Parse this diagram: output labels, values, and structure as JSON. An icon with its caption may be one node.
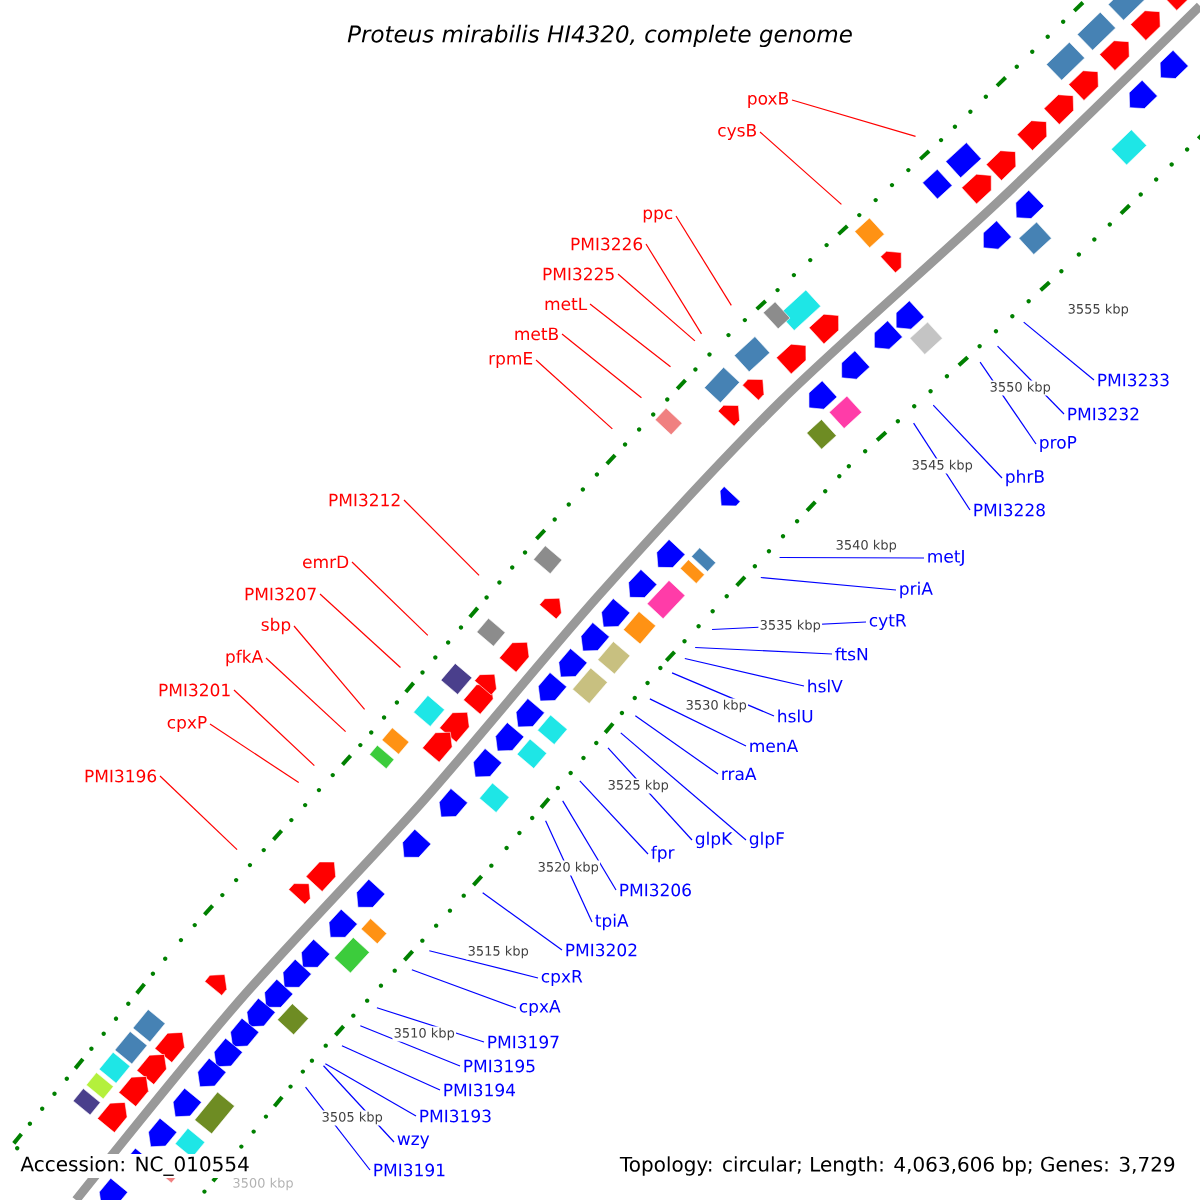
{
  "diagram": {
    "title": "Proteus mirabilis HI4320, complete genome",
    "nodes": [
      {
        "text": [
          "poxB"
        ]
      },
      {
        "text": [
          "cysB"
        ]
      },
      {
        "text": [
          "ppc"
        ]
      },
      {
        "text": [
          "PMI3226"
        ]
      },
      {
        "text": [
          "PMI3225"
        ]
      },
      {
        "text": [
          "metL"
        ]
      },
      {
        "text": [
          "metB"
        ]
      },
      {
        "text": [
          "rpmE"
        ]
      },
      {
        "text": [
          "PMI3212"
        ]
      },
      {
        "text": [
          "emrD"
        ]
      },
      {
        "text": [
          "PMI3207"
        ]
      },
      {
        "text": [
          "sbp"
        ]
      },
      {
        "text": [
          "pfkA"
        ]
      },
      {
        "text": [
          "PMI3201"
        ]
      },
      {
        "text": [
          "cpxP"
        ]
      },
      {
        "text": [
          "PMI3196"
        ]
      },
      {
        "text": [
          "PMI3233"
        ]
      },
      {
        "text": [
          "PMI3232"
        ]
      },
      {
        "text": [
          "proP"
        ]
      },
      {
        "text": [
          "phrB"
        ]
      },
      {
        "text": [
          "PMI3228"
        ]
      },
      {
        "text": [
          "metJ"
        ]
      },
      {
        "text": [
          "priA"
        ]
      },
      {
        "text": [
          "cytR"
        ]
      },
      {
        "text": [
          "ftsN"
        ]
      },
      {
        "text": [
          "hslV"
        ]
      },
      {
        "text": [
          "hslU"
        ]
      },
      {
        "text": [
          "menA"
        ]
      },
      {
        "text": [
          "rraA"
        ]
      },
      {
        "text": [
          "glpF"
        ]
      },
      {
        "text": [
          "glpK"
        ]
      },
      {
        "text": [
          "fpr"
        ]
      },
      {
        "text": [
          "PMI3206"
        ]
      },
      {
        "text": [
          "tpiA"
        ]
      },
      {
        "text": [
          "PMI3202"
        ]
      },
      {
        "text": [
          "cpxR"
        ]
      },
      {
        "text": [
          "cpxA"
        ]
      },
      {
        "text": [
          "PMI3197"
        ]
      },
      {
        "text": [
          "PMI3195"
        ]
      },
      {
        "text": [
          "PMI3194"
        ]
      },
      {
        "text": [
          "PMI3193"
        ]
      },
      {
        "text": [
          "wzy"
        ]
      },
      {
        "text": [
          "PMI3191"
        ]
      }
    ],
    "edges": [
      {
        "from": 0,
        "to": null,
        "arrow": "none",
        "color": "#ff0000"
      },
      {
        "from": 1,
        "to": null,
        "arrow": "none",
        "color": "#ff0000"
      },
      {
        "from": 2,
        "to": null,
        "arrow": "none",
        "color": "#ff0000"
      },
      {
        "from": 3,
        "to": null,
        "arrow": "none",
        "color": "#ff0000"
      },
      {
        "from": 4,
        "to": null,
        "arrow": "none",
        "color": "#ff0000"
      },
      {
        "from": 5,
        "to": null,
        "arrow": "none",
        "color": "#ff0000"
      },
      {
        "from": 6,
        "to": null,
        "arrow": "none",
        "color": "#ff0000"
      },
      {
        "from": 7,
        "to": null,
        "arrow": "none",
        "color": "#ff0000"
      },
      {
        "from": 8,
        "to": null,
        "arrow": "none",
        "color": "#ff0000"
      },
      {
        "from": 9,
        "to": null,
        "arrow": "none",
        "color": "#ff0000"
      },
      {
        "from": 10,
        "to": null,
        "arrow": "none",
        "color": "#ff0000"
      },
      {
        "from": 11,
        "to": null,
        "arrow": "none",
        "color": "#ff0000"
      },
      {
        "from": 12,
        "to": null,
        "arrow": "none",
        "color": "#ff0000"
      },
      {
        "from": 13,
        "to": null,
        "arrow": "none",
        "color": "#ff0000"
      },
      {
        "from": 14,
        "to": null,
        "arrow": "none",
        "color": "#ff0000"
      },
      {
        "from": 15,
        "to": null,
        "arrow": "none",
        "color": "#ff0000"
      },
      {
        "from": 16,
        "to": null,
        "arrow": "none"
      },
      {
        "from": 17,
        "to": null,
        "arrow": "none"
      },
      {
        "from": 18,
        "to": null,
        "arrow": "none"
      },
      {
        "from": 19,
        "to": null,
        "arrow": "none"
      },
      {
        "from": 20,
        "to": null,
        "arrow": "none"
      },
      {
        "from": 21,
        "to": null,
        "arrow": "none"
      },
      {
        "from": 22,
        "to": null,
        "arrow": "none"
      },
      {
        "from": 23,
        "to": null,
        "arrow": "none"
      },
      {
        "from": 24,
        "to": null,
        "arrow": "none"
      },
      {
        "from": 25,
        "to": null,
        "arrow": "none"
      },
      {
        "from": 26,
        "to": null,
        "arrow": "none"
      },
      {
        "from": 27,
        "to": null,
        "arrow": "none"
      },
      {
        "from": 28,
        "to": null,
        "arrow": "none"
      },
      {
        "from": 29,
        "to": null,
        "arrow": "none"
      },
      {
        "from": 30,
        "to": null,
        "arrow": "none"
      },
      {
        "from": 31,
        "to": null,
        "arrow": "none"
      },
      {
        "from": 32,
        "to": null,
        "arrow": "none"
      },
      {
        "from": 33,
        "to": null,
        "arrow": "none"
      },
      {
        "from": 34,
        "to": null,
        "arrow": "none"
      },
      {
        "from": 35,
        "to": null,
        "arrow": "none"
      },
      {
        "from": 36,
        "to": null,
        "arrow": "none"
      },
      {
        "from": 37,
        "to": null,
        "arrow": "none"
      },
      {
        "from": 38,
        "to": null,
        "arrow": "none"
      },
      {
        "from": 39,
        "to": null,
        "arrow": "none"
      },
      {
        "from": 40,
        "to": null,
        "arrow": "none"
      },
      {
        "from": 41,
        "to": null,
        "arrow": "none"
      },
      {
        "from": 42,
        "to": null,
        "arrow": "none"
      }
    ],
    "labels": [
      "3555 kbp",
      "3550 kbp",
      "3545 kbp",
      "3540 kbp",
      "3535 kbp",
      "3530 kbp",
      "3525 kbp",
      "3520 kbp",
      "3515 kbp",
      "3510 kbp",
      "3505 kbp",
      "Accession: NC_010554",
      "Topology: circular; Length: 4,063,606 bp; Genes: 3,729",
      "3500 kbp"
    ]
  }
}
